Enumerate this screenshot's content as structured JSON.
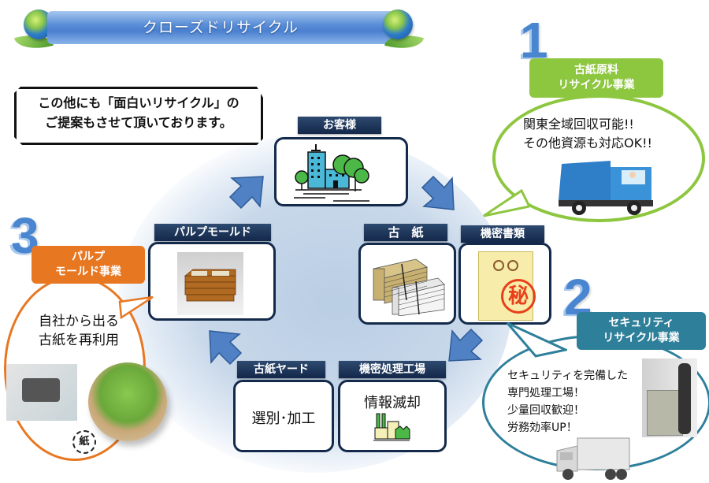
{
  "header": {
    "title": "クローズドリサイクル"
  },
  "note": {
    "line1": "この他にも「面白いリサイクル」の",
    "line2": "ご提案もさせて頂いております。"
  },
  "cycle": {
    "customer": {
      "label": "お客様",
      "icon": "office-building-icon"
    },
    "used_paper": {
      "label": "古　紙",
      "icon": "paper-bundle-icon"
    },
    "confidential": {
      "label": "機密書類",
      "icon": "secret-envelope-icon",
      "stamp": "秘"
    },
    "factory": {
      "label": "機密処理工場",
      "text": "情報滅却",
      "icon": "factory-icon"
    },
    "yard": {
      "label": "古紙ヤード",
      "text": "選別･加工"
    },
    "pulp_mold": {
      "label": "パルプモールド",
      "icon": "pulp-tray-icon"
    }
  },
  "business": [
    {
      "number": "1",
      "title_line1": "古紙原料",
      "title_line2": "リサイクル事業",
      "color": "#8dc63f",
      "lines": [
        "関東全域回収可能!!",
        "その他資源も対応OK!!"
      ],
      "image": "garbage-truck-icon"
    },
    {
      "number": "2",
      "title_line1": "セキュリティ",
      "title_line2": "リサイクル事業",
      "color": "#2e7f9a",
      "lines": [
        "セキュリティを完備した",
        "専門処理工場！",
        "少量回収歓迎！",
        "労務効率UP！"
      ],
      "image": "delivery-truck-icon"
    },
    {
      "number": "3",
      "title_line1": "パルプ",
      "title_line2": "モールド事業",
      "color": "#e87722",
      "lines": [
        "自社から出る",
        "古紙を再利用"
      ],
      "image": "recycle-paper-icon",
      "recycle_mark": "紙"
    }
  ]
}
